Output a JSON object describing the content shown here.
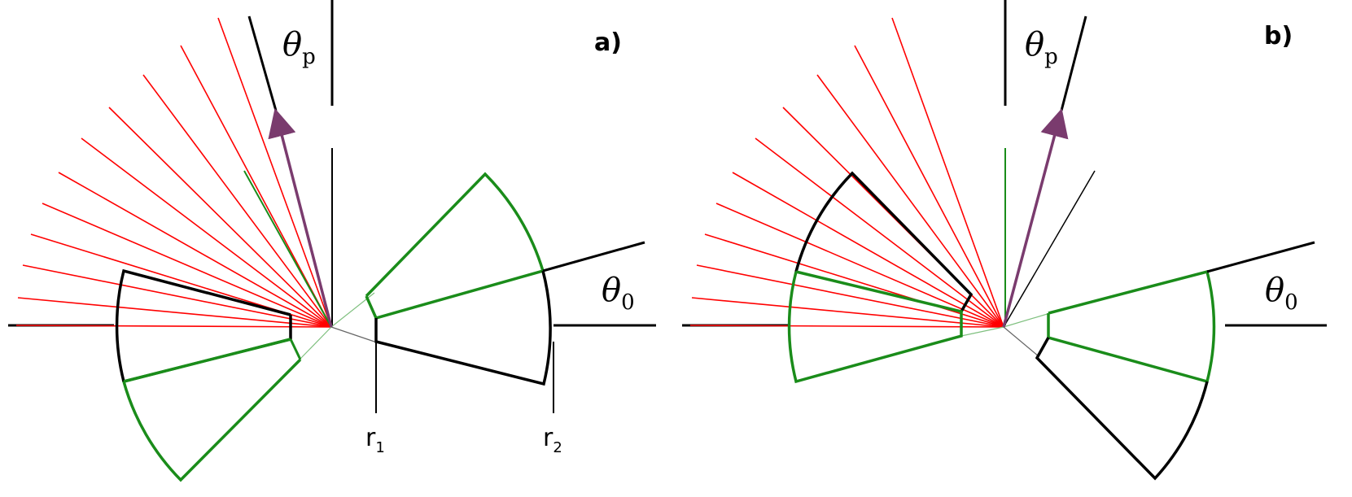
{
  "panels": {
    "a": {
      "label": "a)",
      "theta_p": {
        "symbol": "θ",
        "sub": "p"
      },
      "theta_0": {
        "symbol": "θ",
        "sub": "0"
      },
      "r1": {
        "symbol": "r",
        "sub": "1"
      },
      "r2": {
        "symbol": "r",
        "sub": "2"
      }
    },
    "b": {
      "label": "b)",
      "theta_p": {
        "symbol": "θ",
        "sub": "p"
      },
      "theta_0": {
        "symbol": "θ",
        "sub": "0"
      }
    }
  },
  "colors": {
    "ray": "#ff0000",
    "green": "#1a8c1a",
    "arrow": "#7a3b6e",
    "black": "#000000"
  }
}
